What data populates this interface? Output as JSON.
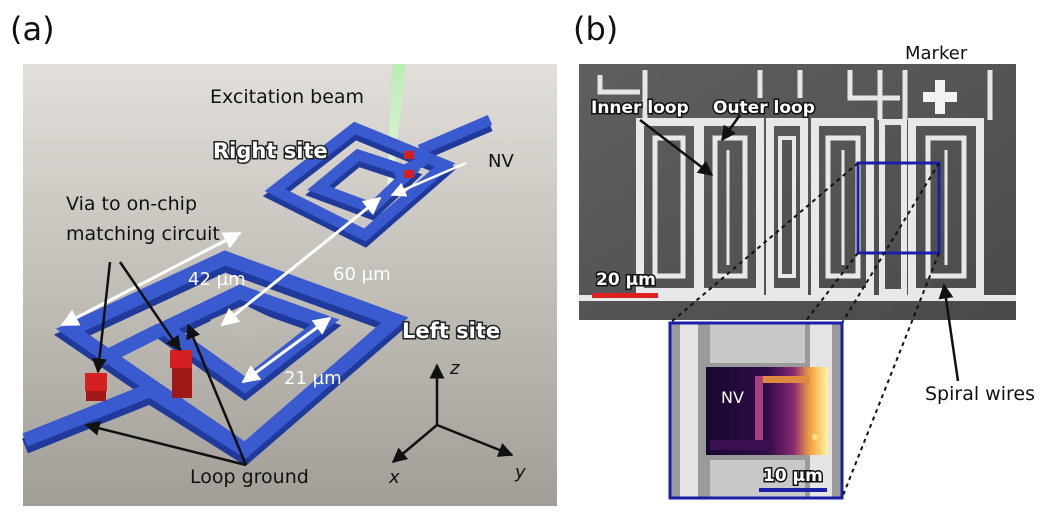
{
  "panel_a": {
    "letter": "(a)",
    "excitation_beam": "Excitation beam",
    "right_site": "Right site",
    "left_site": "Left site",
    "nv": "NV",
    "via_label_1": "Via to on-chip",
    "via_label_2": "matching circuit",
    "dim_42": "42 µm",
    "dim_60": "60 µm",
    "dim_21": "21 µm",
    "loop_ground": "Loop ground",
    "axis_x": "x",
    "axis_y": "y",
    "axis_z": "z"
  },
  "panel_b": {
    "letter": "(b)",
    "marker": "Marker",
    "outer_loop": "Outer loop",
    "inner_loop": "Inner loop",
    "scale_20": "20 µm",
    "scale_10": "10 µm",
    "nv": "NV",
    "spiral_wires": "Spiral wires"
  },
  "colors": {
    "wire_blue": "#3a5bd0",
    "via_red": "#d42020",
    "beam_green": "#c8f0c0",
    "box_blue": "#1b1fa8",
    "scale_red": "#e02020",
    "scale_blue": "#1b1fa8"
  }
}
